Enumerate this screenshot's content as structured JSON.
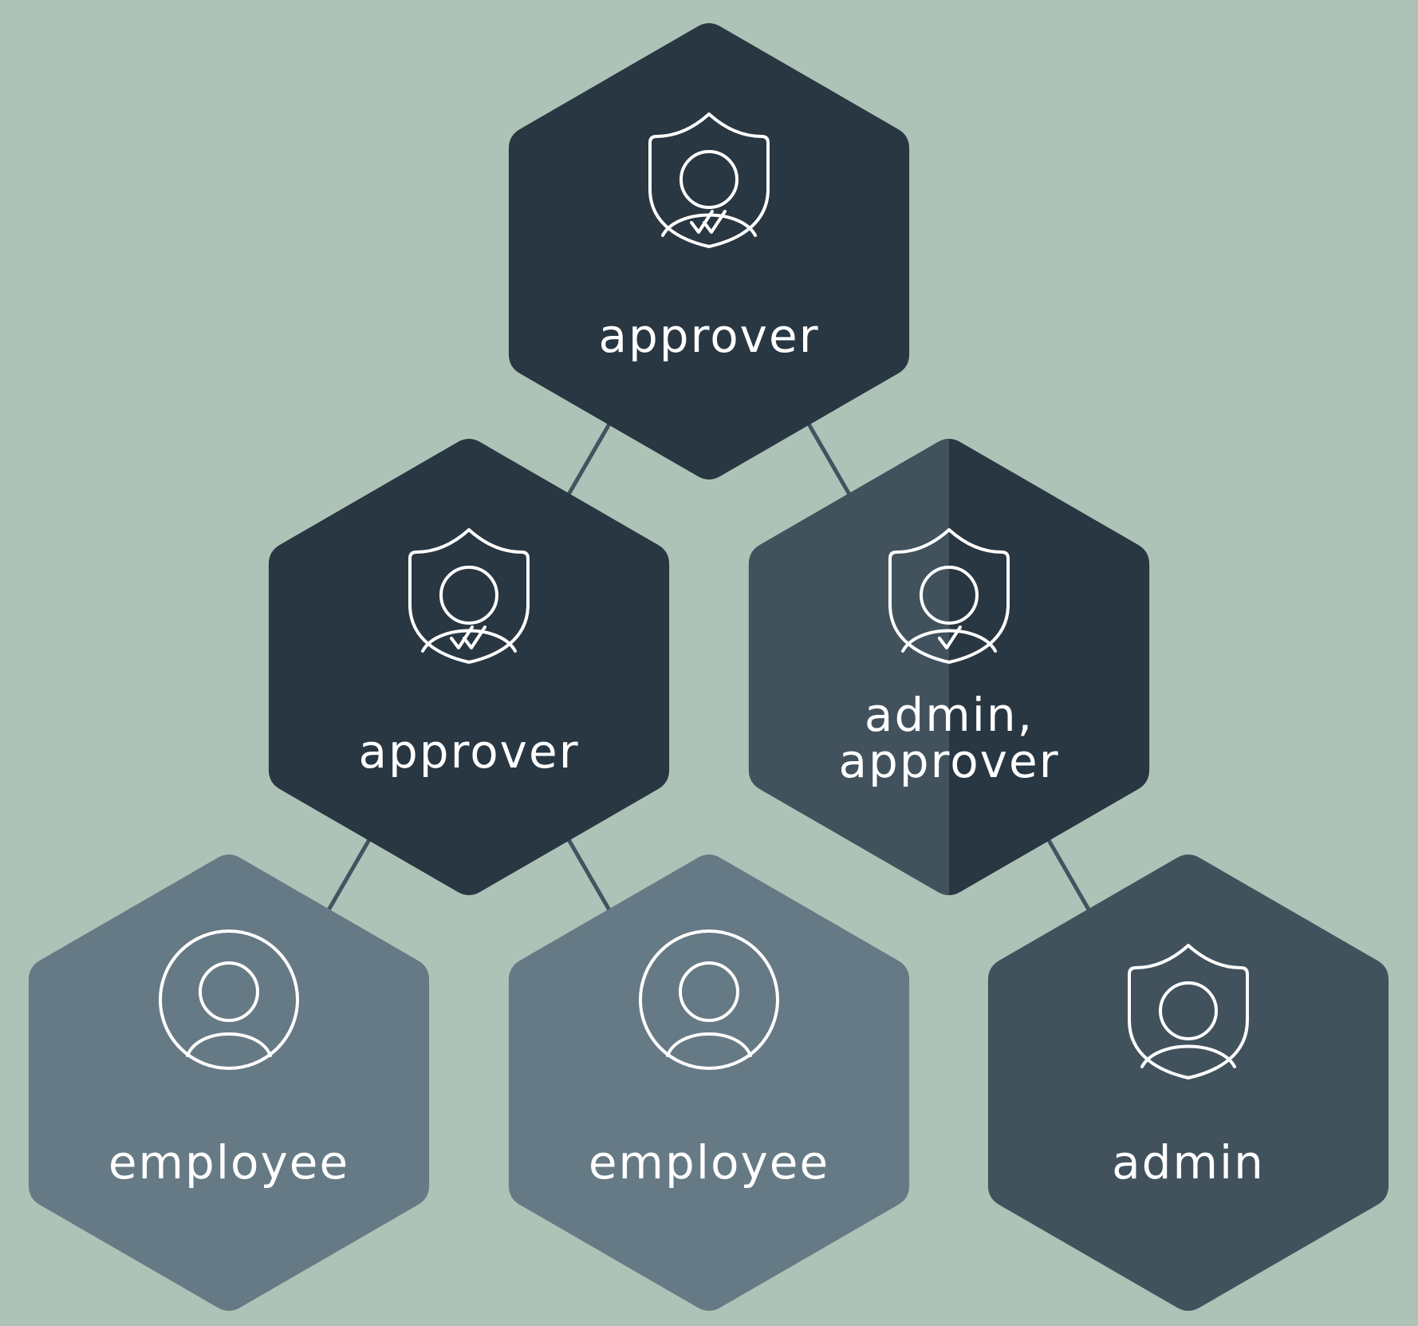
{
  "colors": {
    "background": "#aec3b7",
    "approver": "#293742",
    "admin": "#41525d",
    "employee": "#667a85",
    "connector": "#3f5560",
    "icon": "#ffffff",
    "label": "#ffffff"
  },
  "nodes": [
    {
      "id": "approver-top",
      "role": "approver",
      "icon": "shield-user-double-check-icon",
      "label_lines": [
        "approver"
      ]
    },
    {
      "id": "approver-mid",
      "role": "approver",
      "icon": "shield-user-double-check-icon",
      "label_lines": [
        "approver"
      ]
    },
    {
      "id": "admin-approver",
      "role": "admin-approver",
      "icon": "shield-user-check-icon",
      "label_lines": [
        "admin,",
        "approver"
      ]
    },
    {
      "id": "employee-left",
      "role": "employee",
      "icon": "user-circle-icon",
      "label_lines": [
        "employee"
      ]
    },
    {
      "id": "employee-middle",
      "role": "employee",
      "icon": "user-circle-icon",
      "label_lines": [
        "employee"
      ]
    },
    {
      "id": "admin-bottom",
      "role": "admin",
      "icon": "shield-user-icon",
      "label_lines": [
        "admin"
      ]
    }
  ],
  "edges": [
    {
      "from": "approver-top",
      "to": "approver-mid"
    },
    {
      "from": "approver-top",
      "to": "admin-approver"
    },
    {
      "from": "approver-mid",
      "to": "employee-left"
    },
    {
      "from": "approver-mid",
      "to": "employee-middle"
    },
    {
      "from": "admin-approver",
      "to": "admin-bottom"
    }
  ]
}
